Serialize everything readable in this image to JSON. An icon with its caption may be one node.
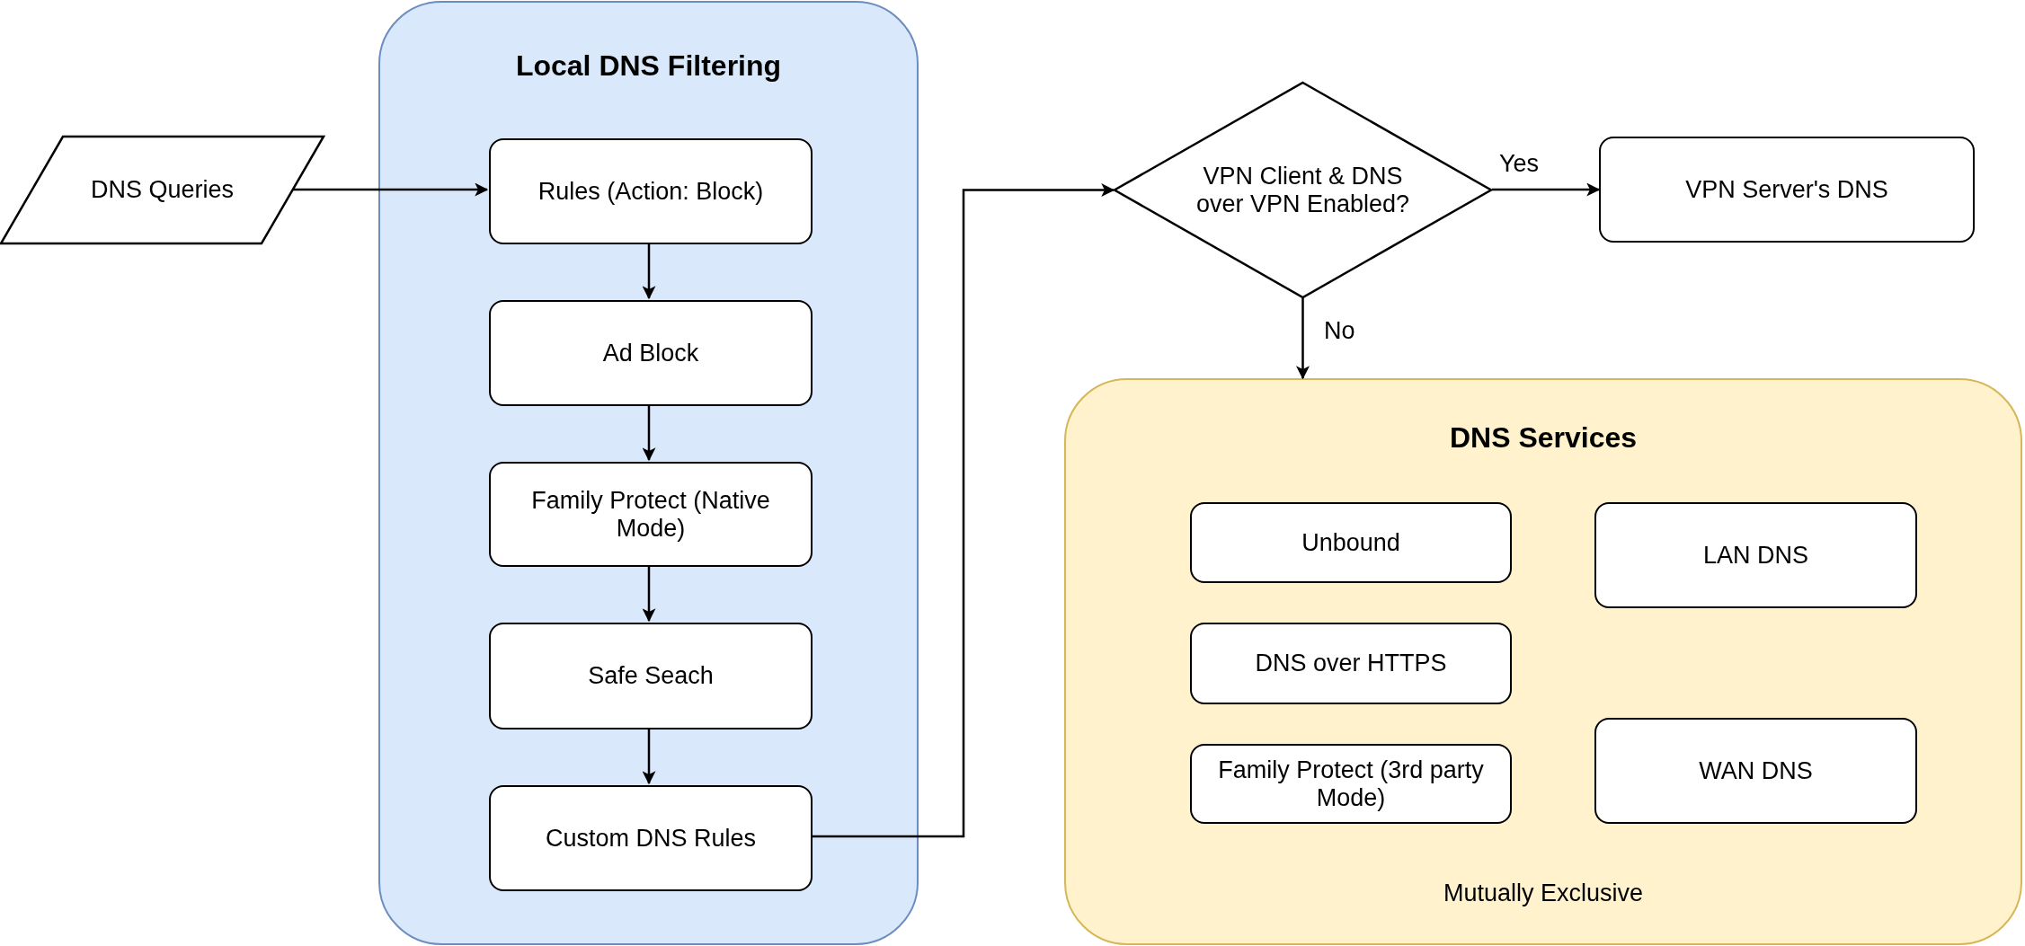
{
  "diagram": {
    "nodes": [
      {
        "text": [
          "Local DNS Filtering"
        ]
      },
      {
        "text": [
          "DNS Queries"
        ]
      },
      {
        "text": [
          "Rules (Action: Block)"
        ],
        "in": 0
      },
      {
        "text": [
          "Ad Block"
        ],
        "in": 0
      },
      {
        "text": [
          "Family Protect (Native Mode)"
        ],
        "in": 0
      },
      {
        "text": [
          "Safe Seach"
        ],
        "in": 0
      },
      {
        "text": [
          "Custom DNS Rules"
        ],
        "in": 0
      },
      {
        "text": [
          "VPN Client & DNS over VPN Enabled?"
        ]
      },
      {
        "text": [
          "VPN Server's DNS"
        ]
      },
      {
        "text": [
          "DNS Services",
          "Mutually Exclusive"
        ]
      },
      {
        "text": [
          "Unbound"
        ],
        "in": 9
      },
      {
        "text": [
          "LAN DNS"
        ],
        "in": 9
      },
      {
        "text": [
          "DNS over HTTPS"
        ],
        "in": 9
      },
      {
        "text": [
          "WAN DNS"
        ],
        "in": 9
      },
      {
        "text": [
          "Family Protect (3rd party Mode)"
        ],
        "in": 9
      }
    ],
    "edges": [
      {
        "from": 1,
        "to": 2,
        "arrow": "to"
      },
      {
        "from": 2,
        "to": 3,
        "arrow": "to"
      },
      {
        "from": 3,
        "to": 4,
        "arrow": "to"
      },
      {
        "from": 4,
        "to": 5,
        "arrow": "to"
      },
      {
        "from": 5,
        "to": 6,
        "arrow": "to"
      },
      {
        "from": 6,
        "to": 7,
        "arrow": "to"
      },
      {
        "from": 7,
        "to": 8,
        "arrow": "to",
        "label": "Yes"
      },
      {
        "from": 7,
        "to": 9,
        "arrow": "to",
        "label": "No"
      }
    ]
  }
}
